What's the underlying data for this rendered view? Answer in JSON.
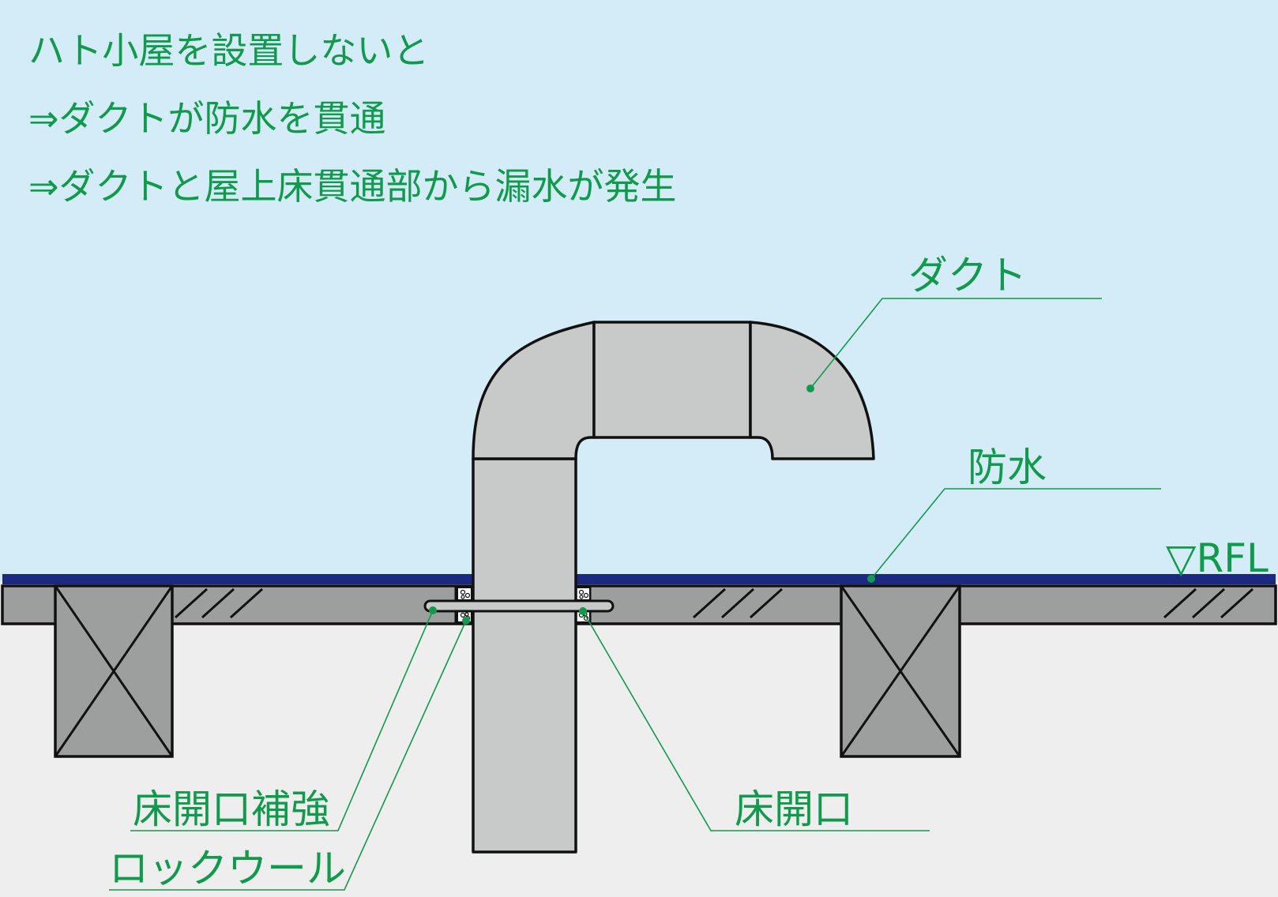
{
  "notes": {
    "line1": "ハト小屋を設置しないと",
    "line2": "⇒ダクトが防水を貫通",
    "line3": "⇒ダクトと屋上床貫通部から漏水が発生"
  },
  "labels": {
    "duct": "ダクト",
    "waterproofing": "防水",
    "rfl": "▽RFL",
    "floor_opening_reinforcement": "床開口補強",
    "rock_wool": "ロックウール",
    "floor_opening": "床開口"
  },
  "colors": {
    "sky": "#d4ecf8",
    "ground": "#eeeeee",
    "label_green": "#119a4c",
    "waterproof_navy": "#1b2a80",
    "duct_gray": "#c8c9c9",
    "slab_gray": "#9d9e9e"
  }
}
